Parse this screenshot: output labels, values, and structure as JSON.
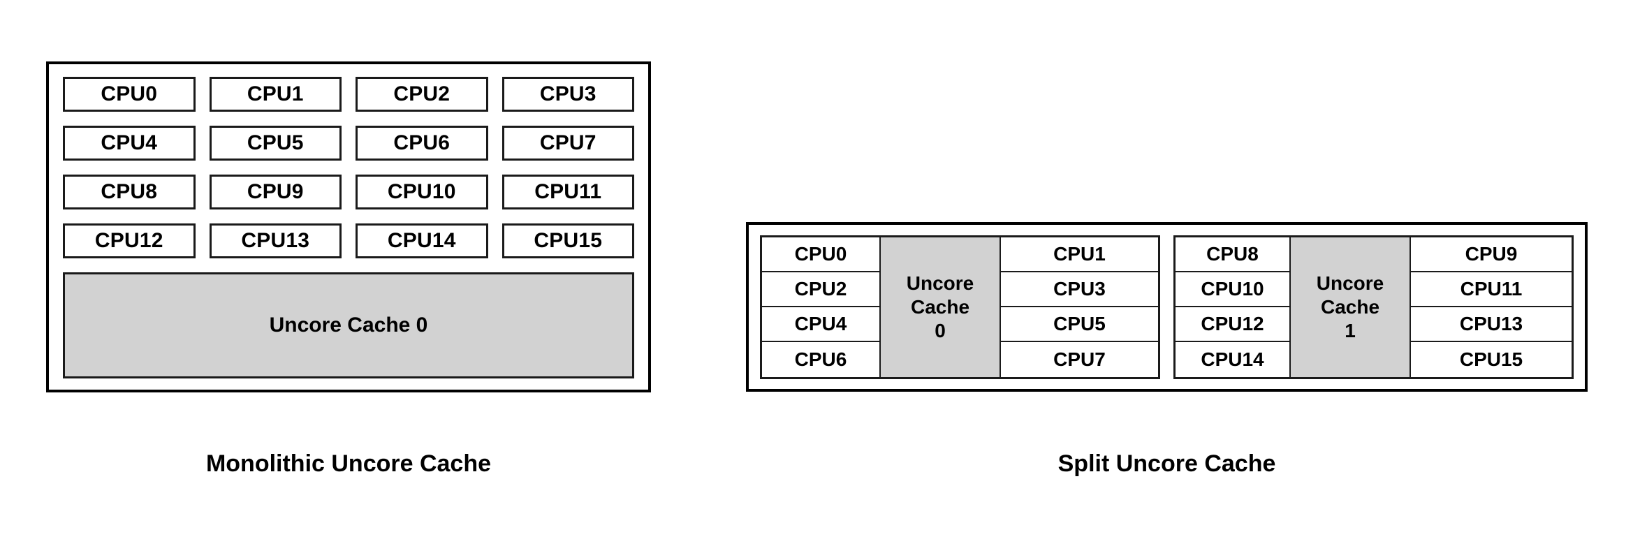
{
  "colors": {
    "cache_fill": "#d2d2d2",
    "border": "#000000",
    "box_border": "#1a1a1a",
    "background": "#ffffff",
    "text": "#000000"
  },
  "diagrams": [
    {
      "id": "monolithic",
      "caption": "Monolithic Uncore Cache",
      "cpu_rows": [
        [
          "CPU0",
          "CPU1",
          "CPU2",
          "CPU3"
        ],
        [
          "CPU4",
          "CPU5",
          "CPU6",
          "CPU7"
        ],
        [
          "CPU8",
          "CPU9",
          "CPU10",
          "CPU11"
        ],
        [
          "CPU12",
          "CPU13",
          "CPU14",
          "CPU15"
        ]
      ],
      "cache_label": "Uncore Cache 0"
    },
    {
      "id": "split",
      "caption": "Split Uncore Cache",
      "groups": [
        {
          "id": "group-0",
          "left_column": [
            "CPU0",
            "CPU2",
            "CPU4",
            "CPU6"
          ],
          "right_column": [
            "CPU1",
            "CPU3",
            "CPU5",
            "CPU7"
          ],
          "cache_lines": [
            "Uncore",
            "Cache",
            "0"
          ]
        },
        {
          "id": "group-1",
          "left_column": [
            "CPU8",
            "CPU10",
            "CPU12",
            "CPU14"
          ],
          "right_column": [
            "CPU9",
            "CPU11",
            "CPU13",
            "CPU15"
          ],
          "cache_lines": [
            "Uncore",
            "Cache",
            "1"
          ]
        }
      ]
    }
  ]
}
